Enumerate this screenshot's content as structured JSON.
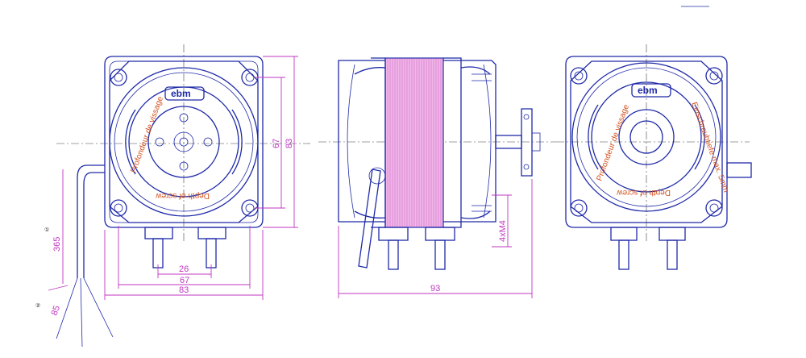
{
  "brand": {
    "logo_text": "ebm",
    "accent_color": "#1f2aa8",
    "dimension_color": "#c037c0",
    "label_color": "#d4521f"
  },
  "left_view": {
    "label_top": "Profondeur de vissage",
    "label_bottom": "Depth of screw",
    "dim_26": "26",
    "dim_67_bottom": "67",
    "dim_83_bottom": "83",
    "dim_67_right": "67",
    "dim_83_right": "83",
    "cable_length": "365",
    "lead_length": "85",
    "callout_1": "①",
    "callout_2": "②"
  },
  "middle_view": {
    "dim_93": "93",
    "dim_thread": "4xM4"
  },
  "right_view": {
    "label_top": "Profondeur de vissage",
    "label_right": "Einschraubtiefe max. 5mm",
    "label_bottom": "Depth of screw",
    "logo_text": "ebm"
  }
}
